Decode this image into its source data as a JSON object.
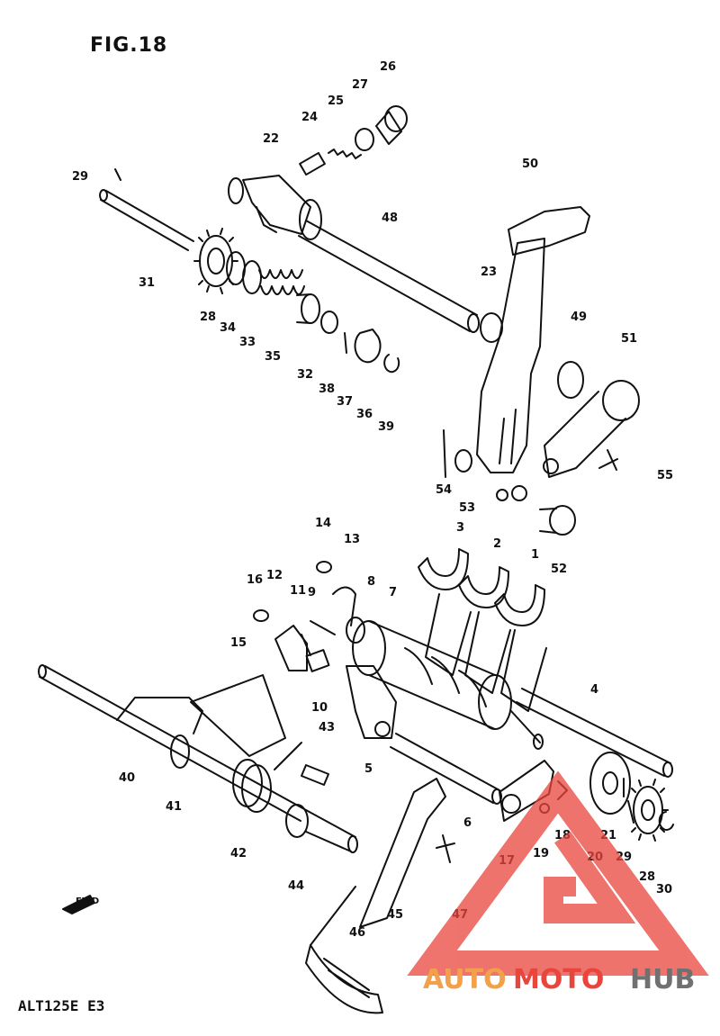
{
  "diagram": {
    "title": "FIG.18",
    "model": "ALT125E E3",
    "watermark": {
      "auto": "AUTO",
      "moto": "MOTO",
      "hub": "HUB",
      "accent": "#e8453c",
      "auto_color": "#f2a04a",
      "hub_color": "#707070"
    },
    "labels": [
      "1",
      "2",
      "3",
      "4",
      "5",
      "6",
      "7",
      "8",
      "9",
      "10",
      "11",
      "12",
      "13",
      "14",
      "15",
      "16",
      "17",
      "18",
      "19",
      "20",
      "21",
      "22",
      "23",
      "24",
      "25",
      "26",
      "27",
      "28",
      "29",
      "30",
      "31",
      "32",
      "33",
      "34",
      "35",
      "36",
      "37",
      "38",
      "39",
      "40",
      "41",
      "42",
      "43",
      "44",
      "45",
      "46",
      "47",
      "48",
      "49",
      "50",
      "51",
      "52",
      "53",
      "54",
      "55"
    ],
    "dup_labels": {
      "28b": "28",
      "29b": "29"
    },
    "fwd": "FWD"
  }
}
